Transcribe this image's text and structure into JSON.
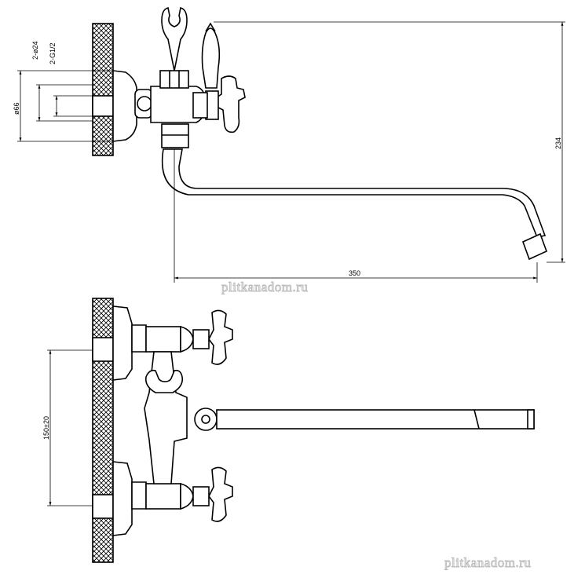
{
  "dimensions": {
    "height_label": "234",
    "length_label": "350",
    "hole_diameter_label": "2-ø24",
    "thread_label": "2-G1/2",
    "flange_diameter_label": "ø66",
    "center_distance_label": "150±20"
  },
  "watermarks": {
    "top": "plitkanadom.ru",
    "bottom": "plitkanadom.ru"
  },
  "colors": {
    "line": "#000000",
    "background": "#ffffff",
    "watermark_stroke": "#b9b9b9"
  }
}
